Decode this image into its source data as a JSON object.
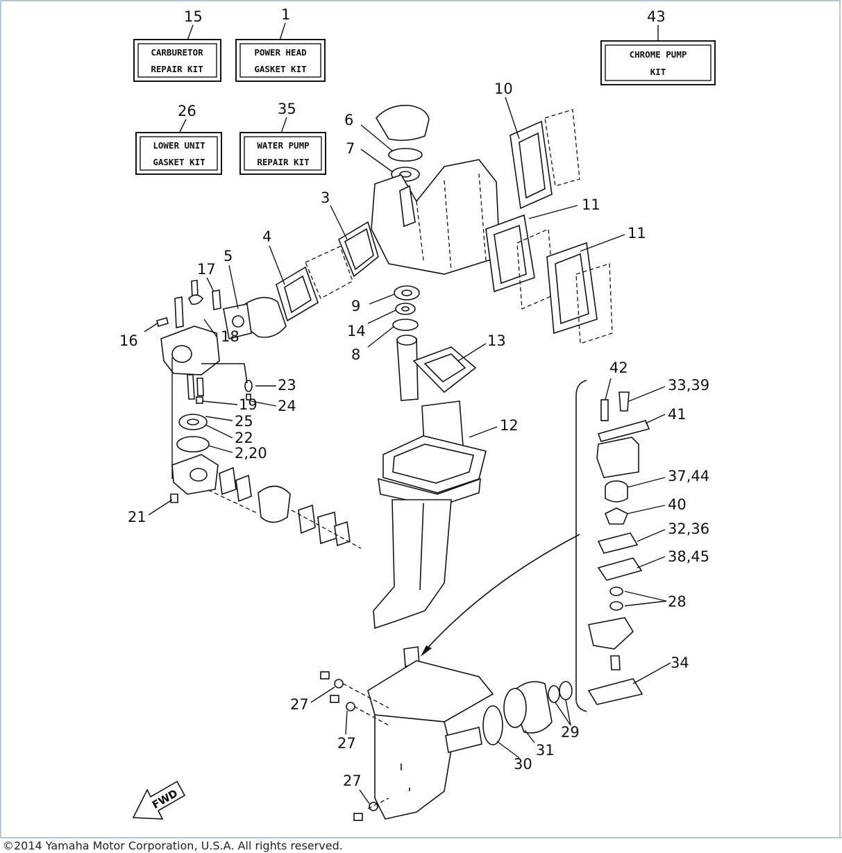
{
  "kits": [
    {
      "number": "15",
      "line1": "CARBURETOR",
      "line2": "REPAIR KIT"
    },
    {
      "number": "1",
      "line1": "POWER HEAD",
      "line2": "GASKET KIT"
    },
    {
      "number": "43",
      "line1": "CHROME PUMP",
      "line2": "KIT"
    },
    {
      "number": "26",
      "line1": "LOWER UNIT",
      "line2": "GASKET KIT"
    },
    {
      "number": "35",
      "line1": "WATER PUMP",
      "line2": "REPAIR KIT"
    }
  ],
  "callouts": [
    "6",
    "7",
    "10",
    "11",
    "11",
    "3",
    "4",
    "5",
    "17",
    "16",
    "18",
    "9",
    "14",
    "8",
    "13",
    "23",
    "24",
    "19",
    "25",
    "22",
    "2,20",
    "21",
    "12",
    "42",
    "33,39",
    "41",
    "37,44",
    "40",
    "32,36",
    "38,45",
    "28",
    "34",
    "27",
    "27",
    "27",
    "29",
    "31",
    "30"
  ],
  "fwd_label": "FWD",
  "copyright": "©2014 Yamaha Motor Corporation, U.S.A. All rights reserved."
}
